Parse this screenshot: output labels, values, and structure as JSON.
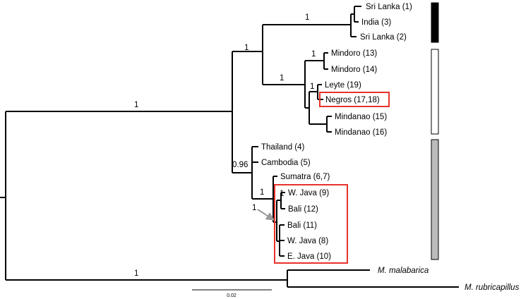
{
  "tips": {
    "sri_lanka_1": "Sri Lanka (1)",
    "india_3": "India (3)",
    "sri_lanka_2": "Sri Lanka (2)",
    "mindoro_13": "Mindoro (13)",
    "mindoro_14": "Mindoro (14)",
    "leyte_19": "Leyte (19)",
    "negros_17_18": "Negros (17,18)",
    "mindanao_15": "Mindanao (15)",
    "mindanao_16": "Mindanao (16)",
    "thailand_4": "Thailand (4)",
    "cambodia_5": "Cambodia (5)",
    "sumatra_6_7": "Sumatra (6,7)",
    "w_java_9": "W. Java (9)",
    "bali_12": "Bali (12)",
    "bali_11": "Bali (11)",
    "w_java_8": "W. Java (8)",
    "e_java_10": "E. Java (10)",
    "m_malabarica": "M. malabarica",
    "m_rubricapillus": "M. rubricapillus"
  },
  "support": {
    "root_upper": "1",
    "root_lower": "1",
    "big_clade": "1",
    "south_asia": "1",
    "philippines": "1",
    "mindoro": "1",
    "leyte_negros": "1",
    "sundaland": "0.96",
    "java_bali_outer": "1",
    "java_bali_arrow": "1",
    "java_bali_inner": "1"
  },
  "scale_bar": {
    "label": "0.02"
  },
  "clade_bars": {
    "south_asia": "#000000",
    "philippines": "#ffffff",
    "sundaland": "#bbbbbb"
  },
  "colors": {
    "highlight": "#e8322b",
    "arrow": "#999999"
  }
}
